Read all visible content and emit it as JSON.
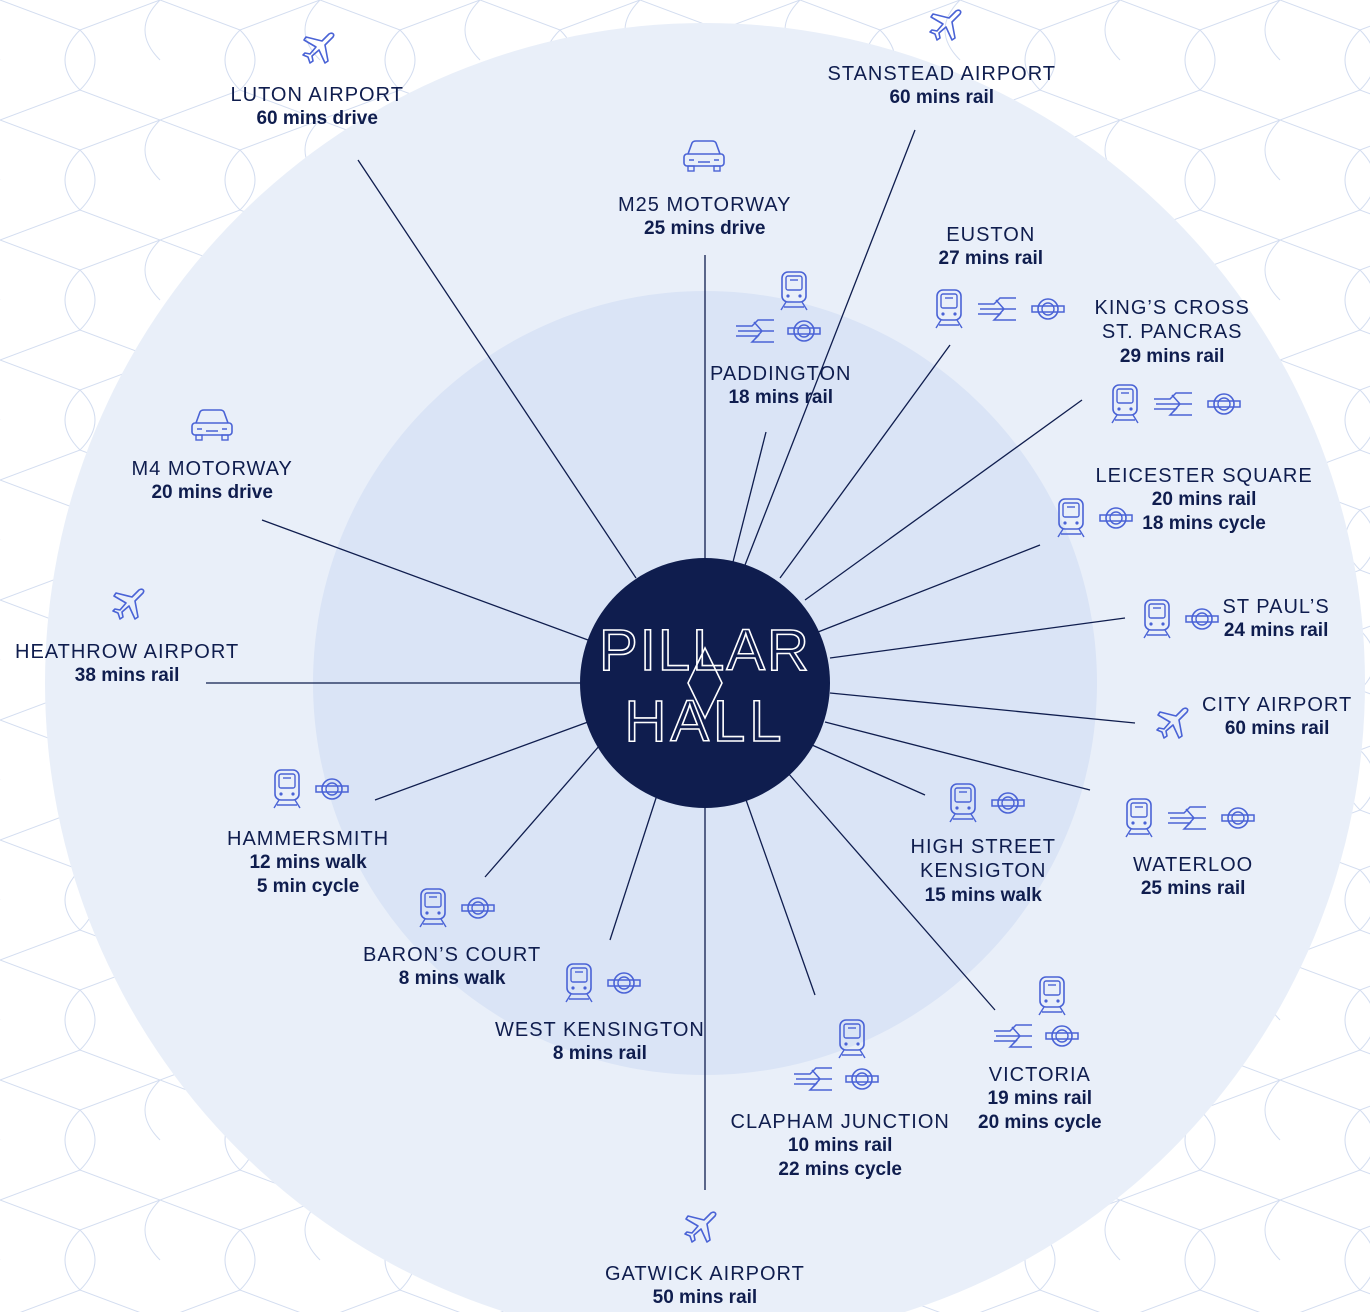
{
  "hub": {
    "logo_top": "PILLAR",
    "logo_bottom": "HALL"
  },
  "colors": {
    "navy": "#0f1d4e",
    "icon_blue": "#4a63d6",
    "outer_ring": "#e8effa",
    "inner_ring": "#dae4f6",
    "pattern": "#cfd9ee"
  },
  "destinations": [
    {
      "id": "luton",
      "name": "LUTON AIRPORT",
      "times": [
        "60 mins drive"
      ],
      "icons": [
        "plane-icon"
      ]
    },
    {
      "id": "stanstead",
      "name": "STANSTEAD AIRPORT",
      "times": [
        "60 mins rail"
      ],
      "icons": [
        "plane-icon"
      ]
    },
    {
      "id": "m25",
      "name": "M25 MOTORWAY",
      "times": [
        "25 mins drive"
      ],
      "icons": [
        "car-icon"
      ]
    },
    {
      "id": "euston",
      "name": "EUSTON",
      "times": [
        "27 mins rail"
      ],
      "icons": [
        "train-icon",
        "national-rail-icon",
        "underground-icon"
      ]
    },
    {
      "id": "kings-cross",
      "name": "KING’S CROSS\nST. PANCRAS",
      "times": [
        "29 mins rail"
      ],
      "icons": [
        "train-icon",
        "national-rail-icon",
        "underground-icon"
      ]
    },
    {
      "id": "paddington",
      "name": "PADDINGTON",
      "times": [
        "18 mins rail"
      ],
      "icons": [
        "train-icon",
        "national-rail-icon",
        "underground-icon"
      ]
    },
    {
      "id": "m4",
      "name": "M4 MOTORWAY",
      "times": [
        "20 mins drive"
      ],
      "icons": [
        "car-icon"
      ]
    },
    {
      "id": "leicester-square",
      "name": "LEICESTER SQUARE",
      "times": [
        "20 mins rail",
        "18 mins cycle"
      ],
      "icons": [
        "train-icon",
        "underground-icon"
      ]
    },
    {
      "id": "heathrow",
      "name": "HEATHROW AIRPORT",
      "times": [
        "38 mins rail"
      ],
      "icons": [
        "plane-icon"
      ]
    },
    {
      "id": "st-pauls",
      "name": "ST PAUL’S",
      "times": [
        "24 mins rail"
      ],
      "icons": [
        "train-icon",
        "underground-icon"
      ]
    },
    {
      "id": "city-airport",
      "name": "CITY AIRPORT",
      "times": [
        "60 mins rail"
      ],
      "icons": [
        "plane-icon"
      ]
    },
    {
      "id": "hammersmith",
      "name": "HAMMERSMITH",
      "times": [
        "12 mins walk",
        "5 min cycle"
      ],
      "icons": [
        "train-icon",
        "underground-icon"
      ]
    },
    {
      "id": "high-street-kensington",
      "name": "HIGH STREET\nKENSIGTON",
      "times": [
        "15 mins walk"
      ],
      "icons": [
        "train-icon",
        "underground-icon"
      ]
    },
    {
      "id": "waterloo",
      "name": "WATERLOO",
      "times": [
        "25 mins rail"
      ],
      "icons": [
        "train-icon",
        "national-rail-icon",
        "underground-icon"
      ]
    },
    {
      "id": "barons-court",
      "name": "BARON’S COURT",
      "times": [
        "8 mins walk"
      ],
      "icons": [
        "train-icon",
        "underground-icon"
      ]
    },
    {
      "id": "west-kensington",
      "name": "WEST KENSINGTON",
      "times": [
        "8 mins rail"
      ],
      "icons": [
        "train-icon",
        "underground-icon"
      ]
    },
    {
      "id": "victoria",
      "name": "VICTORIA",
      "times": [
        "19 mins rail",
        "20 mins cycle"
      ],
      "icons": [
        "train-icon",
        "national-rail-icon",
        "underground-icon"
      ]
    },
    {
      "id": "clapham-junction",
      "name": "CLAPHAM JUNCTION",
      "times": [
        "10 mins rail",
        "22 mins cycle"
      ],
      "icons": [
        "train-icon",
        "national-rail-icon",
        "underground-icon"
      ]
    },
    {
      "id": "gatwick",
      "name": "GATWICK AIRPORT",
      "times": [
        "50 mins rail"
      ],
      "icons": [
        "plane-icon"
      ]
    }
  ]
}
